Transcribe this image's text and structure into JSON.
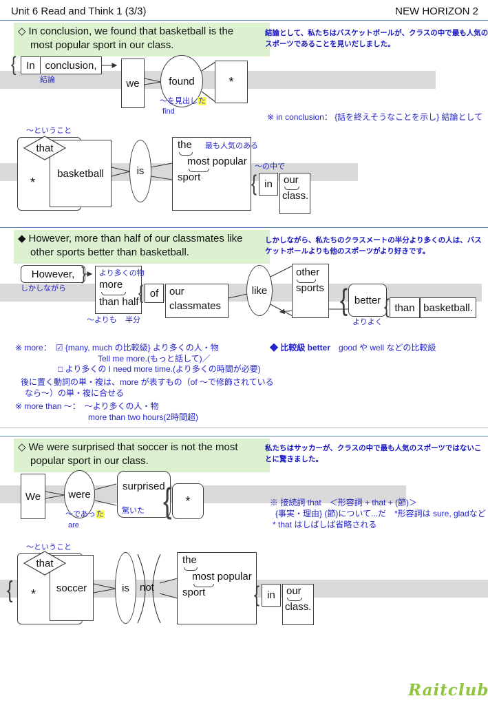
{
  "glyphs": {
    "lbrace": "{",
    "rbrace": "}"
  },
  "header": {
    "title": "Unit 6 Read and Think 1 (3/3)",
    "brand": "NEW HORIZON 2"
  },
  "s1": {
    "bullet": "◇",
    "en1": "In conclusion, we found that basketball is the",
    "en2": "most popular sport in our class.",
    "ja1": "結論として、私たちはバスケットボールが、クラスの中で最も人気の",
    "ja2": "スポーツであることを見いだしました。",
    "d1": {
      "in": "In",
      "conclusion": "conclusion,",
      "kekkaron": "結論",
      "we": "we",
      "found": "found",
      "found_ja": "〜を見出し",
      "found_ta": "た",
      "find": "find",
      "star": "*"
    },
    "note": "※ in conclusion： {話を終えそうなことを示し} 結論として",
    "d2": {
      "clause_mark": "〜ということ",
      "that": "that",
      "star": "*",
      "subject": "basketball",
      "verb": "is",
      "the": "the",
      "most_popular": "most popular",
      "sport": "sport",
      "popular_ja": "最も人気のある",
      "in_ja": "〜の中で",
      "in": "in",
      "our": "our",
      "class": "class."
    }
  },
  "s2": {
    "bullet": "◆",
    "en1": "However, more than half of our classmates like",
    "en2": "other sports better than basketball.",
    "ja1": "しかしながら、私たちのクラスメートの半分より多くの人は、バス",
    "ja2": "ケットボールよりも他のスポーツがより好きです。",
    "d3": {
      "however": "However,",
      "however_ja": "しかしながら",
      "more_ja": "より多くの物",
      "more": "more",
      "than_half": "than half",
      "yorimo": "〜よりも",
      "hanbun": "半分",
      "of": "of",
      "our": "our",
      "classmates": "classmates",
      "like": "like",
      "other": "other",
      "sports": "sports",
      "better": "better",
      "better_ja": "よりよく",
      "than": "than",
      "basketball": "basketball."
    },
    "notes": [
      "※ more：　☑ {many, much の比較級} より多くの人・物",
      "Tell me more.(もっと話して)／",
      "□ より多くの I need more time.(より多くの時間が必要)",
      "後に置く動詞の単・複は、more が表すもの（of 〜で修飾されている",
      "なら〜）の単・複に合せる",
      "※ more than 〜：　〜より多くの人・物",
      "more than two hours(2時間超)"
    ],
    "note_better_bold": "◆ 比較級 better",
    "note_better_rest": "　good や well などの比較級"
  },
  "s3": {
    "bullet": "◇",
    "en1": "We were surprised that soccer is not the most",
    "en2": "popular sport in our class.",
    "ja1": "私たちはサッカーが、クラスの中で最も人気のスポーツではないこ",
    "ja2": "とに驚きました。",
    "d4": {
      "we": "We",
      "were": "were",
      "were_ja": "〜であっ",
      "were_ta": "た",
      "are": "are",
      "surprised": "surprised",
      "surprised_ja": "驚いた",
      "star": "*"
    },
    "notes": [
      "※ 接続詞 that　＜形容詞 + that + (節)＞",
      "{事実・理由} (節)について...だ　*形容詞は sure, gladなど",
      "* that はしばしば省略される"
    ],
    "d5": {
      "clause_mark": "〜ということ",
      "that": "that",
      "star": "*",
      "subject": "soccer",
      "verb": "is",
      "not": "not",
      "the": "the",
      "most_popular": "most popular",
      "sport": "sport",
      "in": "in",
      "our": "our",
      "class": "class."
    }
  },
  "footer": {
    "logo": "Raitclub"
  }
}
